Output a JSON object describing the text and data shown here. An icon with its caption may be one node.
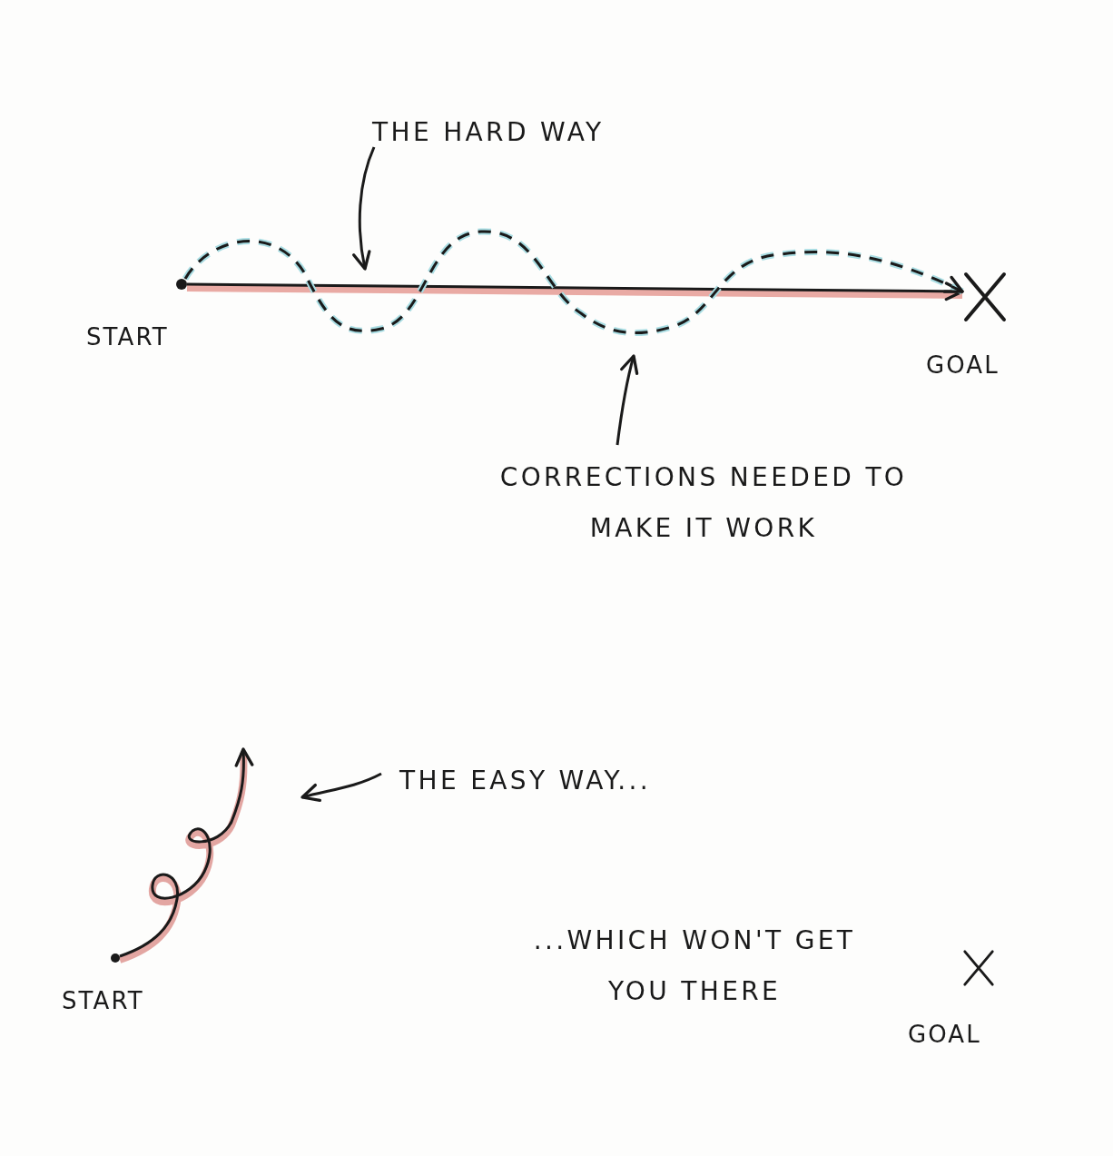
{
  "diagram": {
    "nodes": [
      {
        "text": [],
        "shape": "circle",
        "beside": [
          "START"
        ]
      },
      {
        "text": [],
        "shape": "cross",
        "beside": [
          "GOAL"
        ]
      },
      {
        "text": [
          "THE HARD WAY"
        ]
      },
      {
        "text": [
          "CORRECTIONS NEEDED TO MAKE IT WORK"
        ]
      },
      {
        "text": [],
        "shape": "circle",
        "beside": [
          "START"
        ]
      },
      {
        "text": [
          "THE EASY WAY..."
        ]
      },
      {
        "text": [],
        "shape": "cross",
        "beside": [
          "GOAL"
        ]
      }
    ],
    "edges": [
      {
        "from": 0,
        "to": 1,
        "arrow": "to",
        "style": "thick",
        "color": "#e9aaa4"
      },
      {
        "from": 0,
        "to": 1,
        "arrow": "to",
        "style": "dashed",
        "color": "#a9dde3"
      },
      {
        "from": 2,
        "to": null,
        "arrow": "to"
      },
      {
        "from": 3,
        "to": null,
        "arrow": "to"
      },
      {
        "from": 4,
        "to": null,
        "arrow": "to",
        "style": "thick",
        "color": "#e3a6a2"
      },
      {
        "from": 5,
        "to": null,
        "arrow": "to"
      }
    ],
    "labels": [
      "...WHICH WON'T GET YOU THERE"
    ]
  }
}
